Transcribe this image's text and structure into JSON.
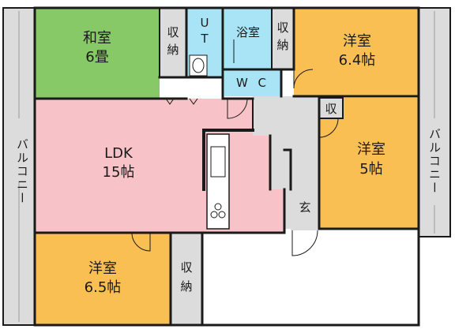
{
  "floor_plan": {
    "rooms": [
      {
        "id": "washitsu",
        "lines": [
          "和室",
          "6畳"
        ],
        "color": "#86c966"
      },
      {
        "id": "ldk",
        "lines": [
          "LDK",
          "15帖"
        ],
        "color": "#f7c3c8"
      },
      {
        "id": "yoshitsu-64",
        "lines": [
          "洋室",
          "6.4帖"
        ],
        "color": "#f9bf53"
      },
      {
        "id": "yoshitsu-5",
        "lines": [
          "洋室",
          "5帖"
        ],
        "color": "#f9bf53"
      },
      {
        "id": "yoshitsu-65",
        "lines": [
          "洋室",
          "6.5帖"
        ],
        "color": "#f9bf53"
      },
      {
        "id": "ut",
        "lines": [
          "U",
          "T"
        ],
        "color": "#a8e4f6"
      },
      {
        "id": "bath",
        "lines": [
          "浴室"
        ],
        "color": "#a8e4f6"
      },
      {
        "id": "wc",
        "lines": [
          "W C"
        ],
        "color": "#a8e4f6"
      },
      {
        "id": "entrance",
        "lines": [
          "玄"
        ],
        "color": "#dcdcdc"
      }
    ],
    "storage": [
      {
        "id": "storage-washitsu",
        "lines": [
          "収",
          "納"
        ]
      },
      {
        "id": "storage-bath",
        "lines": [
          "収",
          "納"
        ]
      },
      {
        "id": "storage-small",
        "lines": [
          "収"
        ]
      },
      {
        "id": "storage-bottom",
        "lines": [
          "収",
          "納"
        ]
      }
    ],
    "balconies": [
      {
        "id": "balcony-left",
        "label": "バルコニー"
      },
      {
        "id": "balcony-right",
        "label": "バルコニー"
      }
    ],
    "colors": {
      "wall": "#1a1a1a",
      "balcony": "#dcdcdc",
      "storage": "#dcdcdc",
      "corridor": "#dcdcdc"
    }
  }
}
